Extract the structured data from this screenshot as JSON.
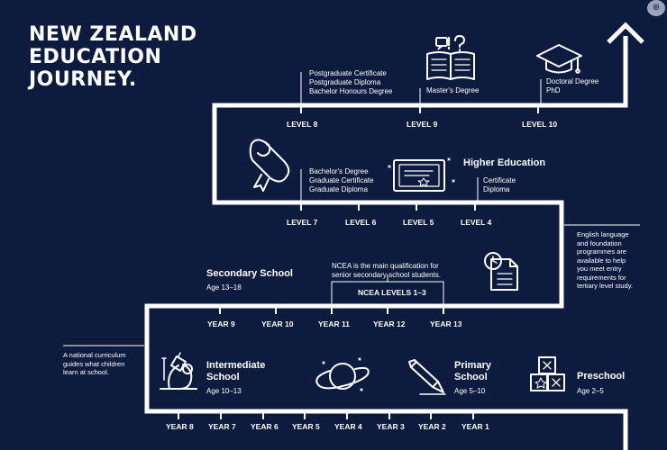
{
  "title": {
    "line1": "NEW ZEALAND",
    "line2": "EDUCATION",
    "line3": "JOURNEY."
  },
  "row1": {
    "levels": [
      "LEVEL 8",
      "LEVEL 9",
      "LEVEL 10"
    ],
    "quals": {
      "level8": [
        "Postgraduate Certificate",
        "Postgraduate Diploma",
        "Bachelor Honours Degree"
      ],
      "level9": [
        "Master's Degree"
      ],
      "level10": [
        "Doctoral Degree",
        "PhD"
      ]
    }
  },
  "row2": {
    "levels": [
      "LEVEL 7",
      "LEVEL 6",
      "LEVEL 5",
      "LEVEL 4"
    ],
    "stage_title": "Higher Education",
    "quals": {
      "level7": [
        "Bachelor's Degree",
        "Graduate Certificate",
        "Graduate Diploma"
      ],
      "level4": [
        "Certificate",
        "Diploma"
      ]
    }
  },
  "row3": {
    "years": [
      "YEAR 9",
      "YEAR 10",
      "YEAR 11",
      "YEAR 12",
      "YEAR 13"
    ],
    "stage_title": "Secondary School",
    "age": "Age 13–18",
    "ncea_note": [
      "NCEA is the main qualification for",
      "senior secondary school students."
    ],
    "ncea_label": "NCEA LEVELS 1–3"
  },
  "row4": {
    "years": [
      "YEAR 8",
      "YEAR 7",
      "YEAR 6",
      "YEAR 5",
      "YEAR 4",
      "YEAR 3",
      "YEAR 2",
      "YEAR 1"
    ],
    "intermediate": {
      "title1": "Intermediate",
      "title2": "School",
      "age": "Age 10–13"
    },
    "primary": {
      "title1": "Primary",
      "title2": "School",
      "age": "Age 5–10"
    },
    "preschool": {
      "title": "Preschool",
      "age": "Age 2–5"
    }
  },
  "notes": {
    "english": [
      "English language",
      "and foundation",
      "programmes are",
      "available to help",
      "you meet entry",
      "requirements for",
      "tertiary level study."
    ],
    "curriculum": [
      "A national curriculum",
      "guides what children",
      "learn at school."
    ]
  },
  "icons": {
    "book": "open-book-icon",
    "grad_cap": "graduation-cap-icon",
    "diploma_scroll": "diploma-scroll-icon",
    "certificate": "certificate-icon",
    "document_clock": "document-clock-icon",
    "microscope": "microscope-icon",
    "planet": "planet-icon",
    "pencil": "pencil-icon",
    "blocks": "toy-blocks-icon",
    "arrow": "arrow-up-icon"
  },
  "colors": {
    "background": "#0d1b3e",
    "foreground": "#ffffff"
  }
}
